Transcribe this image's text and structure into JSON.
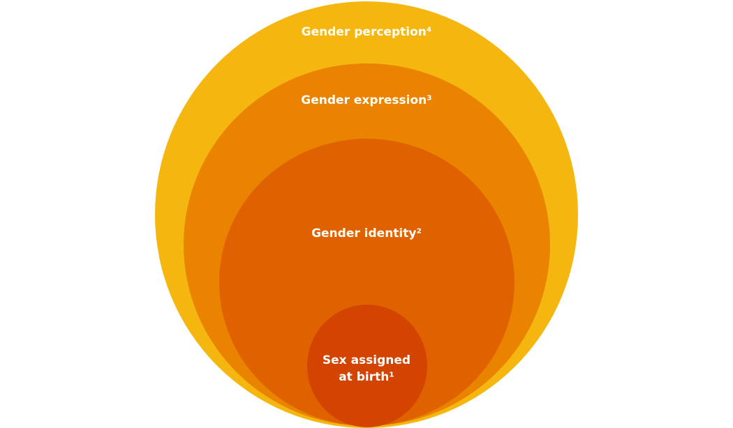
{
  "diagram": {
    "type": "nested-circles",
    "layers": [
      {
        "label": "Gender perception⁴",
        "color": "#F4B60F"
      },
      {
        "label": "Gender expression³",
        "color": "#E98300"
      },
      {
        "label": "Gender identity²",
        "color": "#DF6100"
      },
      {
        "label_line1": "Sex assigned",
        "label_line2": "at birth¹",
        "color": "#D34400"
      }
    ]
  }
}
